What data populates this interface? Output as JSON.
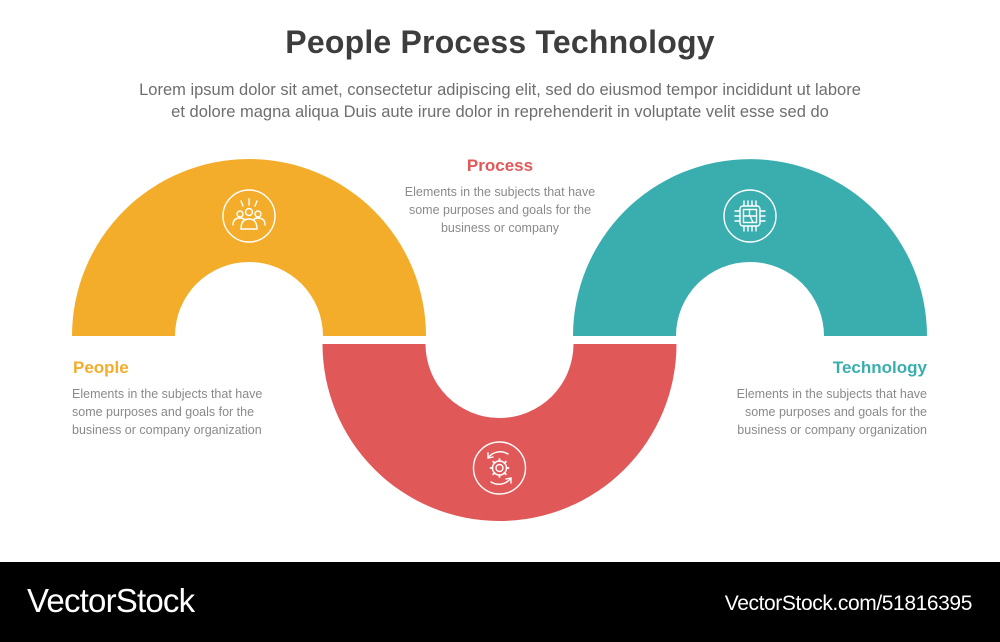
{
  "header": {
    "title": "People Process Technology",
    "subtitle_line1": "Lorem ipsum dolor sit amet, consectetur adipiscing elit, sed do eiusmod tempor incididunt ut labore",
    "subtitle_line2": "et dolore magna aliqua Duis aute irure dolor in reprehenderit in voluptate velit esse sed do"
  },
  "stages": [
    {
      "label": "People",
      "color": "#F4AD2A",
      "icon": "people-group-icon",
      "desc_lines": [
        "Elements in the subjects that have",
        "some purposes and goals for the",
        "business or company organization"
      ]
    },
    {
      "label": "Process",
      "color": "#E15858",
      "icon": "gear-cycle-icon",
      "desc_lines": [
        "Elements in the subjects that have",
        "some purposes and goals for the",
        "business or company"
      ]
    },
    {
      "label": "Technology",
      "color": "#3AAEAF",
      "icon": "chip-icon",
      "desc_lines": [
        "Elements in the subjects that have",
        "some purposes and goals for the",
        "business or company organization"
      ]
    }
  ],
  "footer": {
    "brand": "VectorStock",
    "url": "VectorStock.com/51816395"
  }
}
